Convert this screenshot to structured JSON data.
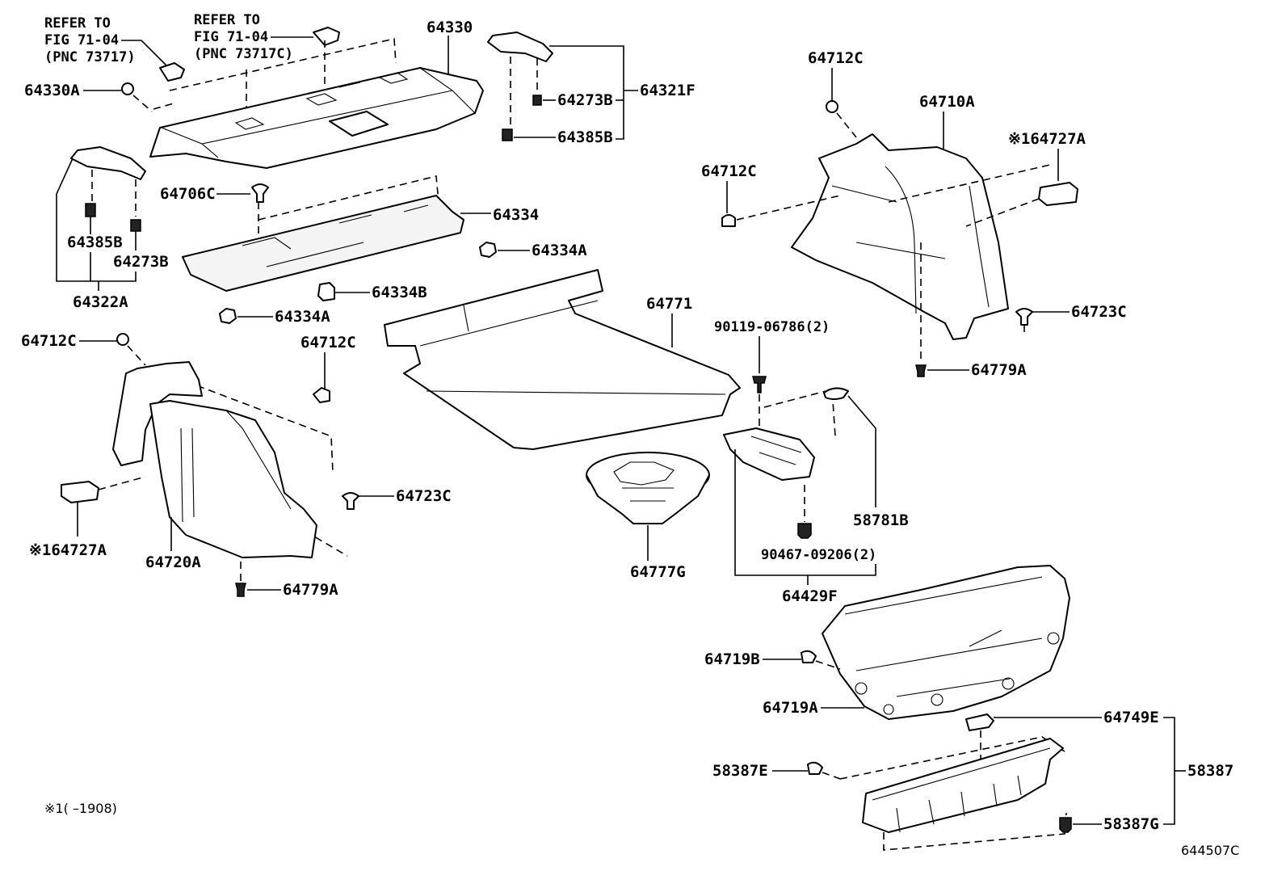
{
  "diagram_code": "644507C",
  "footnote": "※1(  –1908)",
  "references": [
    {
      "id": "ref-73717",
      "lines": [
        "REFER TO",
        "FIG 71-04",
        "(PNC 73717)"
      ]
    },
    {
      "id": "ref-73717c",
      "lines": [
        "REFER TO",
        "FIG 71-04",
        "(PNC 73717C)"
      ]
    }
  ],
  "labels": {
    "p64330": "64330",
    "p64330A": "64330A",
    "p64273B_top": "64273B",
    "p64385B_top": "64385B",
    "p64321F": "64321F",
    "p64385B_left": "64385B",
    "p64273B_left": "64273B",
    "p64322A": "64322A",
    "p64706C": "64706C",
    "p64334": "64334",
    "p64334A_right": "64334A",
    "p64334B": "64334B",
    "p64334A_left": "64334A",
    "p64771": "64771",
    "p64712C_left": "64712C",
    "p64712C_mid": "64712C",
    "p64723C_left": "64723C",
    "p64727A_left": "※164727A",
    "p64720A": "64720A",
    "p64779A_left": "64779A",
    "p64777G": "64777G",
    "p90119": "90119-06786(2)",
    "p58781B": "58781B",
    "p90467": "90467-09206(2)",
    "p64429F": "64429F",
    "p64712C_topright": "64712C",
    "p64710A": "64710A",
    "p64727A_right": "※164727A",
    "p64712C_right": "64712C",
    "p64723C_right": "64723C",
    "p64779A_right": "64779A",
    "p64719B": "64719B",
    "p64719A": "64719A",
    "p64749E": "64749E",
    "p58387E": "58387E",
    "p58387": "58387",
    "p58387G": "58387G"
  }
}
